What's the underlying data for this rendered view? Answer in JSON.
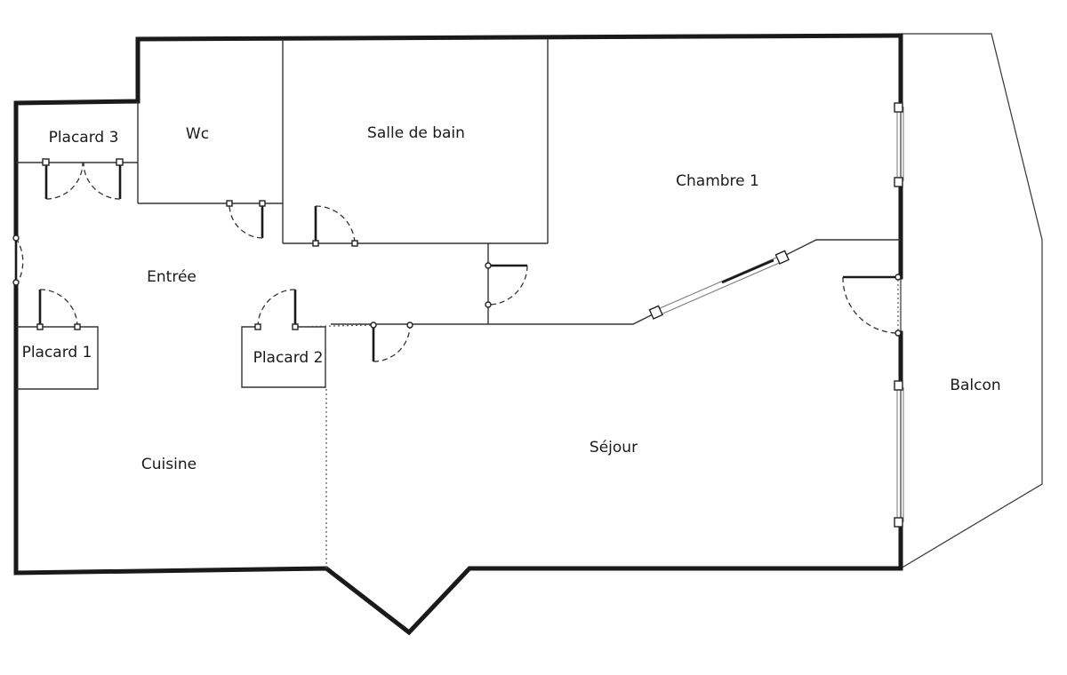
{
  "plan": {
    "rooms": [
      {
        "id": "placard-3",
        "label": "Placard 3"
      },
      {
        "id": "wc",
        "label": "Wc"
      },
      {
        "id": "salle-de-bain",
        "label": "Salle de bain"
      },
      {
        "id": "chambre-1",
        "label": "Chambre 1"
      },
      {
        "id": "entree",
        "label": "Entrée"
      },
      {
        "id": "placard-1",
        "label": "Placard 1"
      },
      {
        "id": "placard-2",
        "label": "Placard 2"
      },
      {
        "id": "cuisine",
        "label": "Cuisine"
      },
      {
        "id": "sejour",
        "label": "Séjour"
      },
      {
        "id": "balcon",
        "label": "Balcon"
      }
    ]
  }
}
